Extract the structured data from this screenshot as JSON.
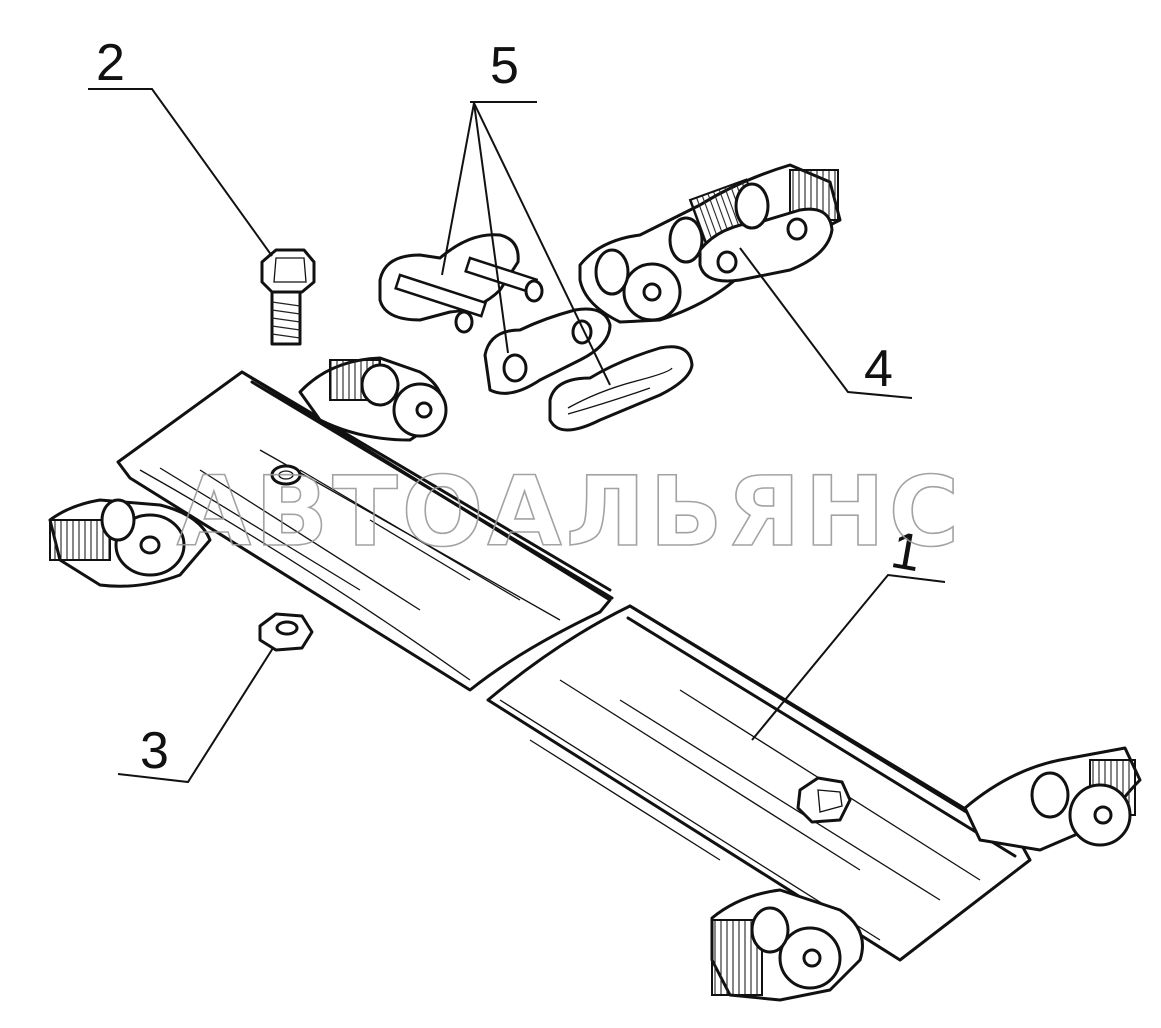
{
  "callouts": {
    "c1": "1",
    "c2": "2",
    "c3": "3",
    "c4": "4",
    "c5": "5"
  },
  "watermark": "АВТОАЛЬЯНС",
  "colors": {
    "ink": "#111111",
    "watermark": "#9a9a9a",
    "paper": "#ffffff"
  }
}
